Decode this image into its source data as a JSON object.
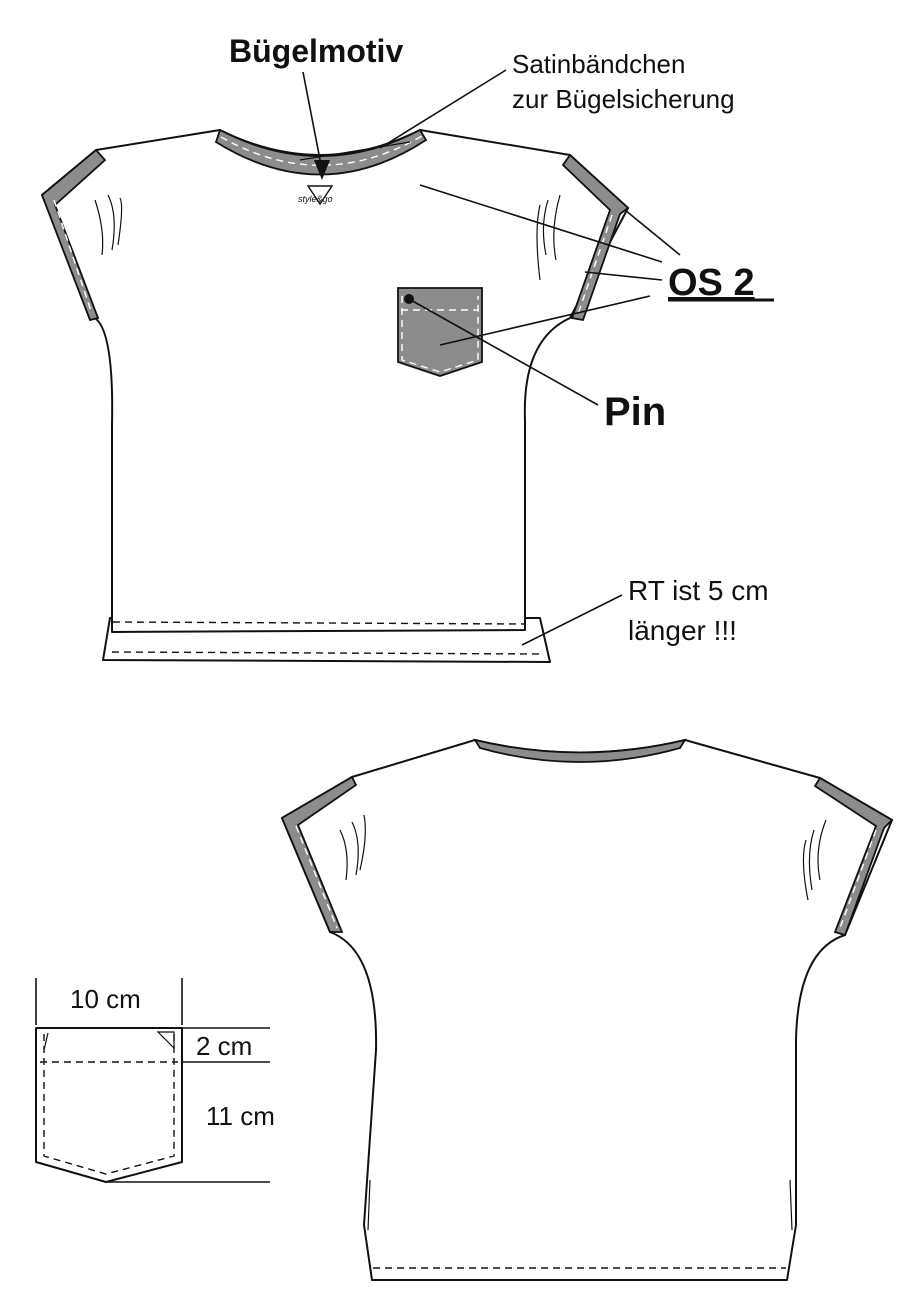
{
  "labels": {
    "buegelmotiv": "Bügelmotiv",
    "satin_line1": "Satinbändchen",
    "satin_line2": "zur Bügelsicherung",
    "os2": "OS 2",
    "pin": "Pin",
    "rt_line1": "RT ist 5 cm",
    "rt_line2": "länger !!!",
    "logo": "style&go"
  },
  "pocket_dimensions": {
    "width": "10 cm",
    "facing": "2 cm",
    "height": "11 cm"
  },
  "colors": {
    "band_fill": "#8c8c8c",
    "outline": "#111111",
    "background": "#ffffff"
  }
}
